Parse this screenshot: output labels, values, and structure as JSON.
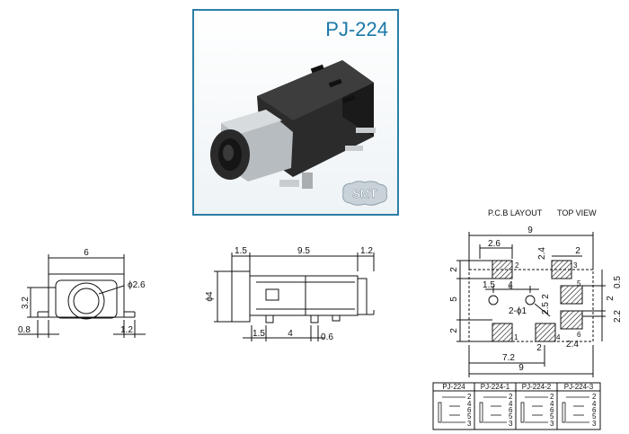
{
  "product": {
    "model": "PJ-224",
    "badge": "SMT"
  },
  "front_view": {
    "width": "6",
    "height": "3.2",
    "hole_dia": "ϕ2.6",
    "left_foot": "0.8",
    "right_foot": "1.2"
  },
  "side_view": {
    "front_len": "1.5",
    "body_len": "9.5",
    "rear_len": "1.2",
    "dia": "ϕ4",
    "pin_a": "1.5",
    "pin_gap": "4",
    "pin_w": "0.6"
  },
  "pcb": {
    "title_left": "P.C.B LAYOUT",
    "title_right": "TOP VIEW",
    "total_w_top": "9",
    "total_w_bottom": "9",
    "d_2_6": "2.6",
    "d_2_top_right": "2",
    "d_2_4_top": "2.4",
    "d_2_left_top": "2",
    "d_1_5": "1.5",
    "d_4": "4",
    "d_5_left": "5",
    "d_2_left_bottom": "2",
    "d_2_phi1": "2-ϕ1",
    "d_2_5": "2.5",
    "d_2_mid": "2",
    "d_0_5": "0.5",
    "d_2_right": "2",
    "d_2_2": "2.2",
    "d_2_4_bottom": "2.4",
    "d_7_2": "7.2",
    "d_2_bottom": "2",
    "pads": {
      "p1": "1",
      "p2": "2",
      "p3": "3",
      "p4_top": "4",
      "p4_bottom": "4",
      "p5": "5",
      "p6": "6"
    }
  },
  "variants": [
    {
      "name": "PJ-224",
      "pins": [
        "2",
        "4",
        "6",
        "5",
        "3"
      ]
    },
    {
      "name": "PJ-224-1",
      "pins": [
        "2",
        "4",
        "6",
        "5",
        "3"
      ]
    },
    {
      "name": "PJ-224-2",
      "pins": [
        "2",
        "4",
        "6",
        "5",
        "3"
      ]
    },
    {
      "name": "PJ-224-3",
      "pins": [
        "2",
        "4",
        "6",
        "5",
        "3"
      ]
    }
  ]
}
